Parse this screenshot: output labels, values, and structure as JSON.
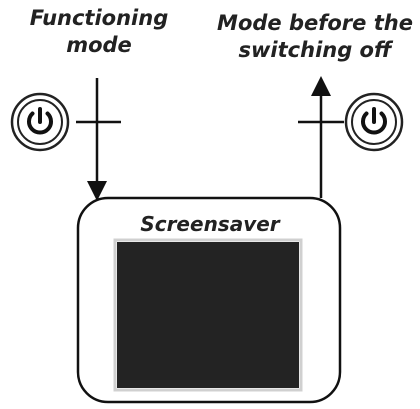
{
  "labels": {
    "left_top": "Functioning",
    "left_bottom": "mode",
    "right_top": "Mode before the",
    "right_bottom": "switching off",
    "screensaver": "Screensaver"
  },
  "icons": {
    "left": "power-icon",
    "right": "power-icon"
  },
  "colors": {
    "ink": "#111111",
    "screen": "#232323",
    "frame": "#d0d0d0"
  }
}
